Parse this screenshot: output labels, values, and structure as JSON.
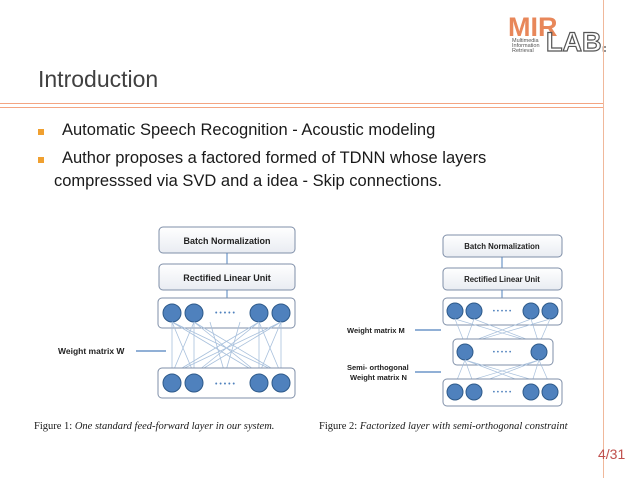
{
  "logo": {
    "text": "MIR LAB.",
    "lines": [
      "Multimedia",
      "Information",
      "Retrieval"
    ]
  },
  "slide_title": "Introduction",
  "bullets": [
    {
      "line1": "Automatic Speech Recognition - Acoustic modeling",
      "line2": ""
    },
    {
      "line1": "Author proposes a factored formed of TDNN whose layers",
      "line2": "compresssed via SVD and a idea - Skip connections."
    }
  ],
  "figure1": {
    "top_box": "Batch Normalization",
    "mid_box": "Rectified Linear Unit",
    "dots": "• • • • •",
    "weight_label": "Weight matrix W",
    "caption_prefix": "Figure 1:",
    "caption_italic": "One standard feed-forward layer in our system."
  },
  "figure2": {
    "top_box": "Batch Normalization",
    "mid_box": "Rectified Linear Unit",
    "dots": "• • • • •",
    "weight_label_m": "Weight matrix M",
    "semi_label_1": "Semi- orthogonal",
    "semi_label_2": "Weight matrix N",
    "caption_prefix": "Figure 2:",
    "caption_italic": "Factorized layer with semi-orthogonal constraint"
  },
  "page_number": "4/31",
  "colors": {
    "accent": "#f4a582",
    "bullet": "#f0a030",
    "node": "#4f81bd",
    "page_number": "#c0504d"
  }
}
